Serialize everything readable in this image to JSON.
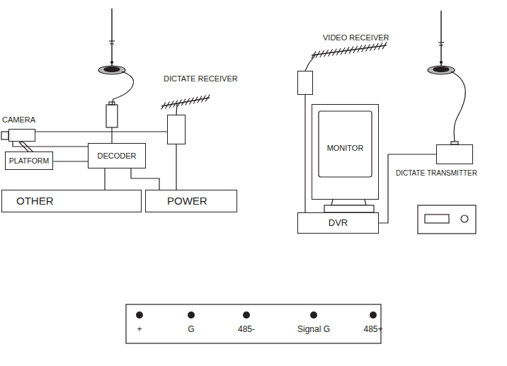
{
  "diagram": {
    "nodes": [
      {
        "text": [
          "CAMERA"
        ]
      },
      {
        "text": [
          "PLATFORM"
        ]
      },
      {
        "text": [
          "DECODER"
        ]
      },
      {
        "text": [
          "OTHER"
        ]
      },
      {
        "text": [
          "POWER"
        ]
      },
      {
        "text": [
          "DICTATE RECEIVER"
        ]
      },
      {
        "text": [
          "VIDEO RECEIVER"
        ]
      },
      {
        "text": [
          "MONITOR"
        ]
      },
      {
        "text": [
          "DVR"
        ]
      },
      {
        "text": [
          "DICTATE TRANSMITTER"
        ]
      }
    ],
    "edges": [
      {
        "from": 0,
        "to": 2,
        "arrow": "none"
      },
      {
        "from": 1,
        "to": 2,
        "arrow": "none"
      },
      {
        "from": 0,
        "to": 5,
        "arrow": "none"
      },
      {
        "from": 2,
        "to": 3,
        "arrow": "none"
      },
      {
        "from": 2,
        "to": 4,
        "arrow": "none"
      },
      {
        "from": 5,
        "to": 4,
        "arrow": "none"
      },
      {
        "from": 6,
        "to": 8,
        "arrow": "none"
      },
      {
        "from": 8,
        "to": 9,
        "arrow": "none"
      }
    ],
    "labels": [
      "+",
      "G",
      "485-",
      "Signal G",
      "485+"
    ]
  }
}
